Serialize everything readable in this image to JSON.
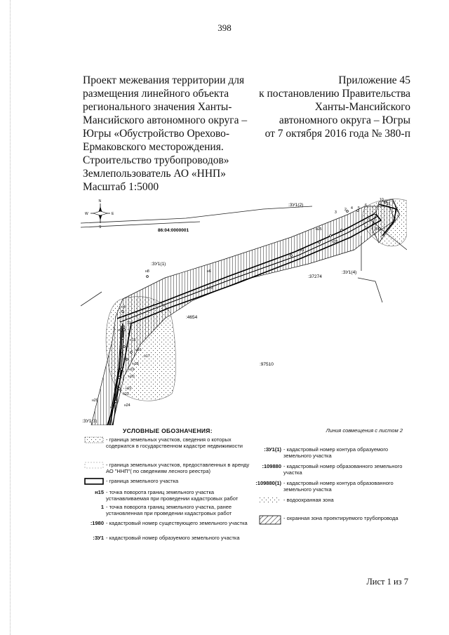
{
  "page_number": "398",
  "project_title": "Проект межевания территории для размещения линейного объекта регионального значения Ханты-Мансийского автономного округа – Югры «Обустройство Орехово-Ермаковского месторождения. Строительство трубопроводов» Землепользователь АО «ННП» Масштаб 1:5000",
  "appendix": "Приложение 45\nк постановлению Правительства\nХанты-Мансийского\nавтономного округа – Югры\nот 7 октября 2016 года № 380-п",
  "map": {
    "cadastral_quarter": "86:04:0000001",
    "parcel_labels": {
      "zu1_1": ":ЗУ1(1)",
      "zu1_2": ":ЗУ1(2)",
      "zu1_3": ":ЗУ1(3)",
      "zu1_4": ":ЗУ1(4)",
      "p37274": ":37274",
      "p4654": ":4654",
      "p97510": ":97510"
    },
    "points": {
      "n4": "н4",
      "n6": "н6",
      "n7": "н7",
      "n8": "н8",
      "n13": "н13",
      "n15": "н15",
      "n16": "н16",
      "n17": "н17",
      "n18": "н18",
      "n19": "н19",
      "n20": "н20",
      "n21": "н21",
      "n22": "н22",
      "n23": "н23",
      "n24": "н24",
      "n25": "н25",
      "n26": "н26",
      "n29": "н29",
      "n30": "н30",
      "p1": "1",
      "p2": "2",
      "p3": "3",
      "p4": "4",
      "p5": "5",
      "p6": "6",
      "p10": "10",
      "p11": "11",
      "p12": "12",
      "p32": "32"
    },
    "compass": {
      "north": "N",
      "south": "S",
      "west": "W",
      "east": "E"
    }
  },
  "legend": {
    "title": "УСЛОВНЫЕ ОБОЗНАЧЕНИЯ:",
    "match_line": "Линия совмещения с листом 2",
    "items": {
      "gkn_boundary": "- граница земельных участков, сведения о которых содержатся в государственном кадастре недвижимости",
      "lease_boundary": "- граница земельных участков, предоставленных в аренду АО \"ННП\"( по сведениям лесного реестра)",
      "parcel_boundary": "- граница земельного участка",
      "new_point_sym": "н15",
      "new_point": "- точка поворота границ земельного участка устанавливаемая при проведении кадастровых работ",
      "old_point_sym": "1",
      "old_point": "- точка поворота границ земельного участка, ранее установленная при проведении кадастровых работ",
      "existing_num_sym": ":1980",
      "existing_num": "- кадастровый номер существующего земельного участка",
      "formed_num_sym": ":ЗУ1",
      "formed_num": "- кадастровый номер образуемого земельного участка",
      "contour_formed_sym": ":ЗУ1(1)",
      "contour_formed": "- кадастровый номер контура образуемого земельного участка",
      "formed_existing_sym": ":109880",
      "formed_existing": "- кадастровый номер образованного земельного участка",
      "contour_existing_sym": ":109880(1)",
      "contour_existing": "- кадастровый номер контура образованного земельного участка",
      "water_zone": "- водоохранная зона",
      "pipeline_zone": "- охранная зона проектируемого трубопровода"
    }
  },
  "sheet_number": "Лист 1 из 7"
}
